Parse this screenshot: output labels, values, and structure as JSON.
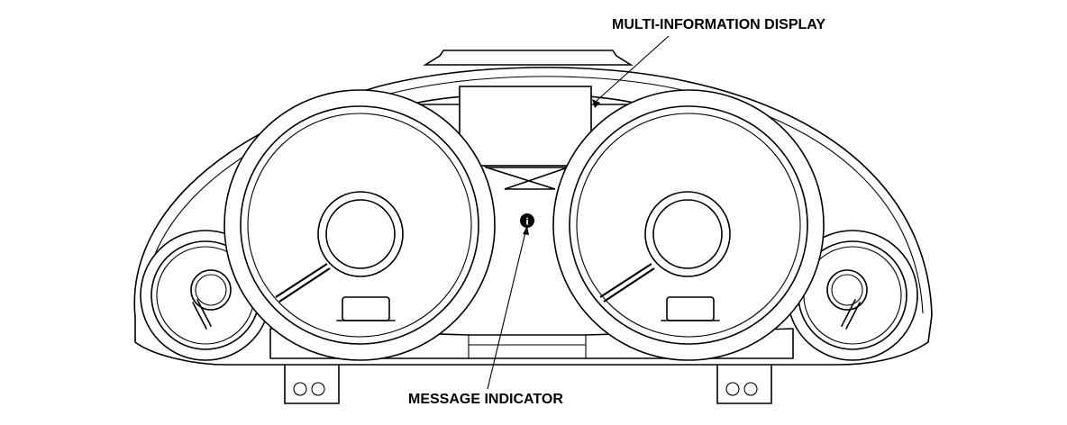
{
  "callouts": {
    "multi_information_display": "MULTI-INFORMATION DISPLAY",
    "message_indicator": "MESSAGE INDICATOR"
  },
  "icons": {
    "message_indicator_symbol": "i"
  }
}
